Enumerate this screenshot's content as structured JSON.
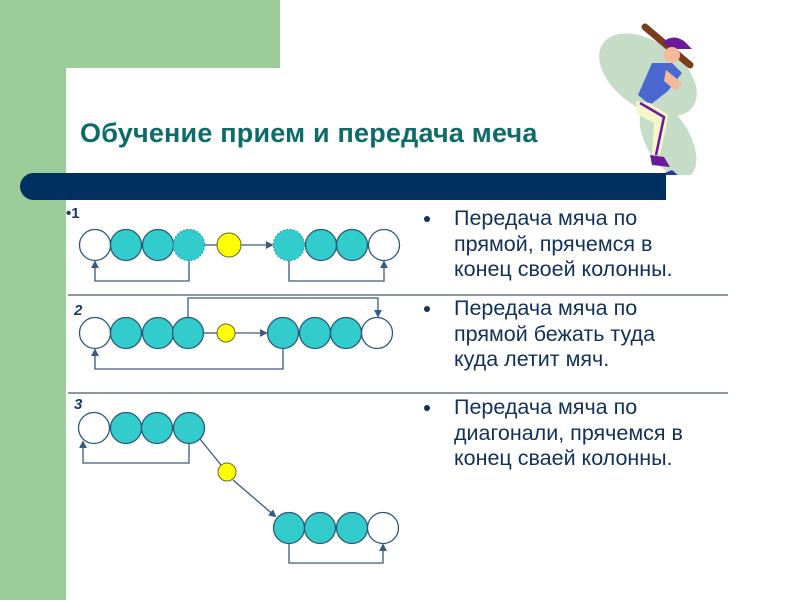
{
  "slide": {
    "title": "Обучение прием и передача меча",
    "colors": {
      "accent_green": "#9ccc9a",
      "title_teal": "#0d6b6a",
      "bar_navy": "#00305f",
      "player_fill": "#33cccc",
      "ball_fill": "#ffff00",
      "text_dark": "#11305a"
    }
  },
  "diagram": {
    "rows": [
      {
        "label": "1",
        "label_prefix": "•"
      },
      {
        "label": "2"
      },
      {
        "label": "3"
      }
    ]
  },
  "bullets": [
    {
      "text_lines": [
        "Передача мяча по",
        "прямой, прячемся в",
        "конец своей колонны."
      ]
    },
    {
      "text_lines": [
        "Передача мяча по",
        "прямой бежать туда",
        "куда летит мяч."
      ]
    },
    {
      "text_lines": [
        "Передача мяча по",
        "диагонали, прячемся в",
        "конец сваей колонны."
      ]
    }
  ],
  "clipart": {
    "icon": "baseball-batter-icon"
  }
}
